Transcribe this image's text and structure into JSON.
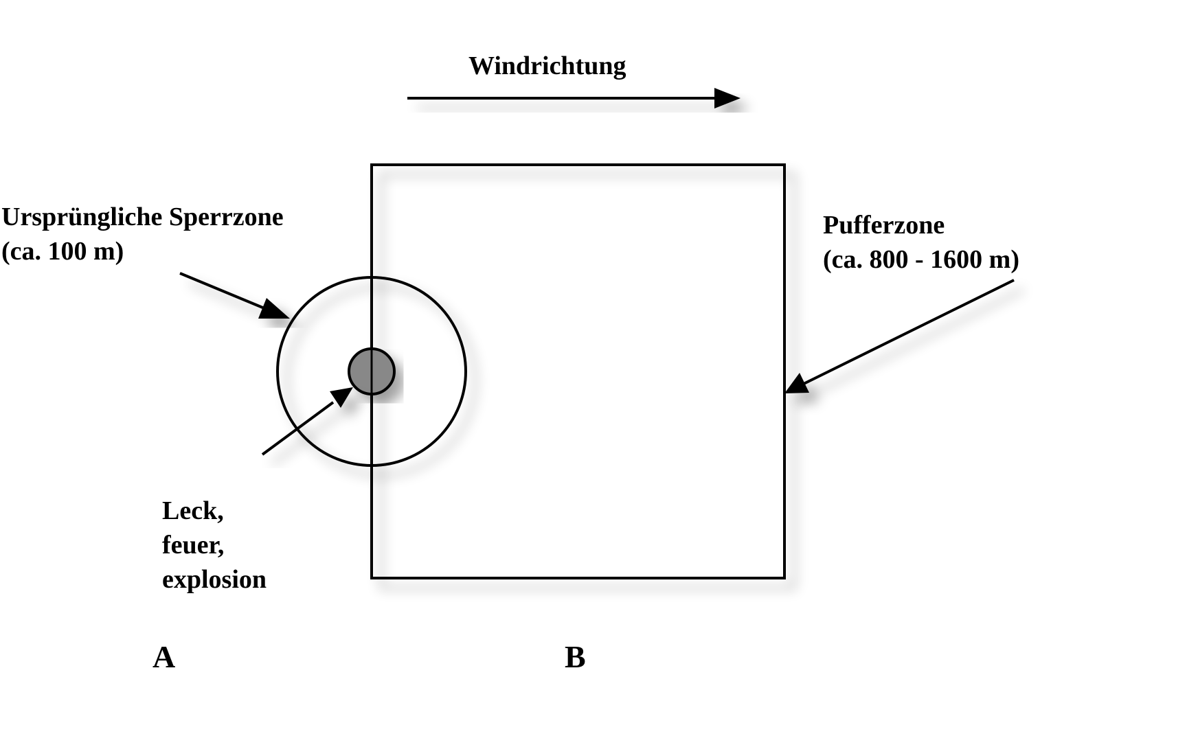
{
  "diagram": {
    "type": "evacuation-zones",
    "wind_direction": {
      "label": "Windrichtung",
      "direction": "right"
    },
    "initial_isolation_zone": {
      "line1": "Ursprüngliche Sperrzone",
      "line2": "(ca. 100 m)"
    },
    "protective_zone": {
      "line1": "Pufferzone",
      "line2": "(ca. 800 - 1600 m)"
    },
    "incident": {
      "line1": "Leck,",
      "line2": "feuer,",
      "line3": "explosion",
      "fill_color": "#888888"
    },
    "regions": {
      "a": "A",
      "b": "B"
    },
    "colors": {
      "stroke": "#000000",
      "background": "#ffffff",
      "shadow": "#000000"
    }
  }
}
